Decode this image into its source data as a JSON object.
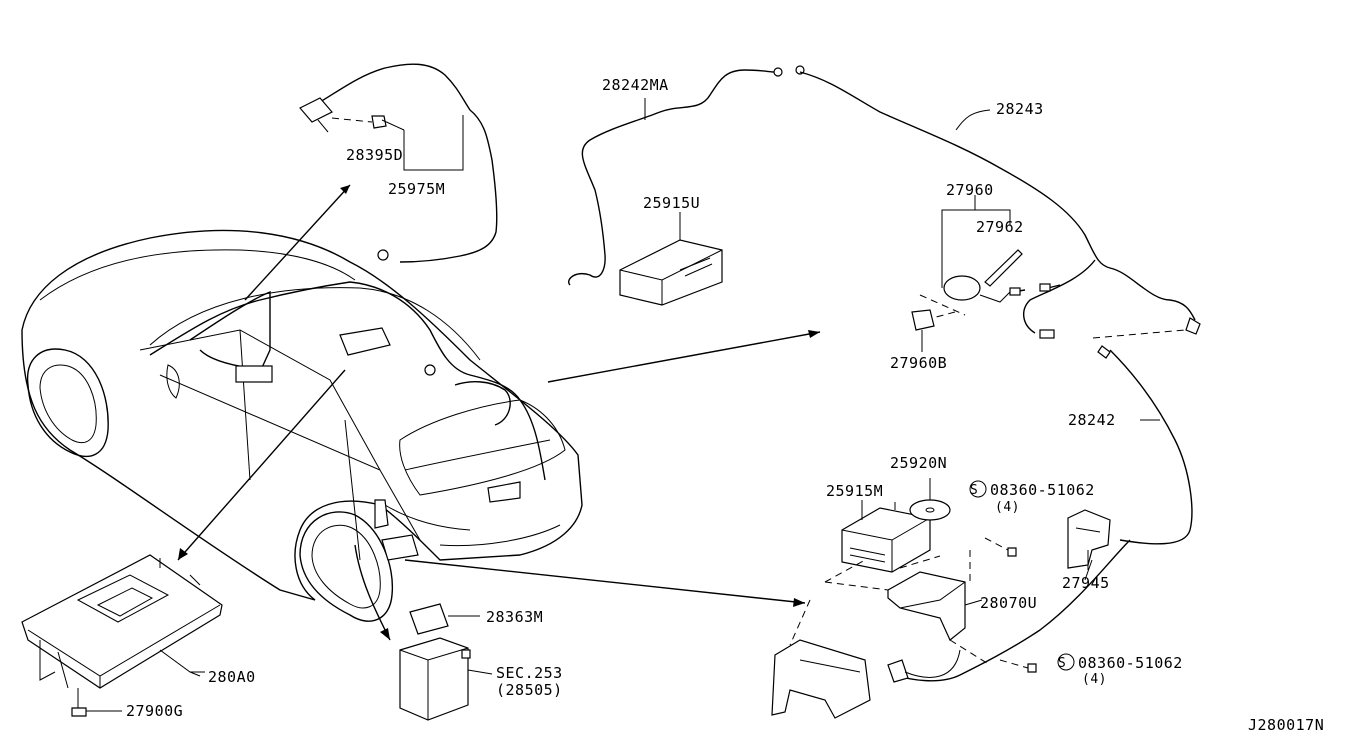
{
  "diagram_id": "J280017N",
  "labels": {
    "p28395D": "28395D",
    "p25975M": "25975M",
    "p28242MA": "28242MA",
    "p25915U": "25915U",
    "p28243": "28243",
    "p27960": "27960",
    "p27962": "27962",
    "p27960B": "27960B",
    "p28242": "28242",
    "p25920N": "25920N",
    "p25915M": "25915M",
    "p08360_a": "08360-51062",
    "p08360_a_qty": "(4)",
    "p08360_b": "08360-51062",
    "p08360_b_qty": "(4)",
    "p28070U": "28070U",
    "p27945": "27945",
    "p28363M": "28363M",
    "sec253": "SEC.253",
    "sec253_ref": "(28505)",
    "p280A0": "280A0",
    "p27900G": "27900G",
    "screw_symbol": "S"
  }
}
